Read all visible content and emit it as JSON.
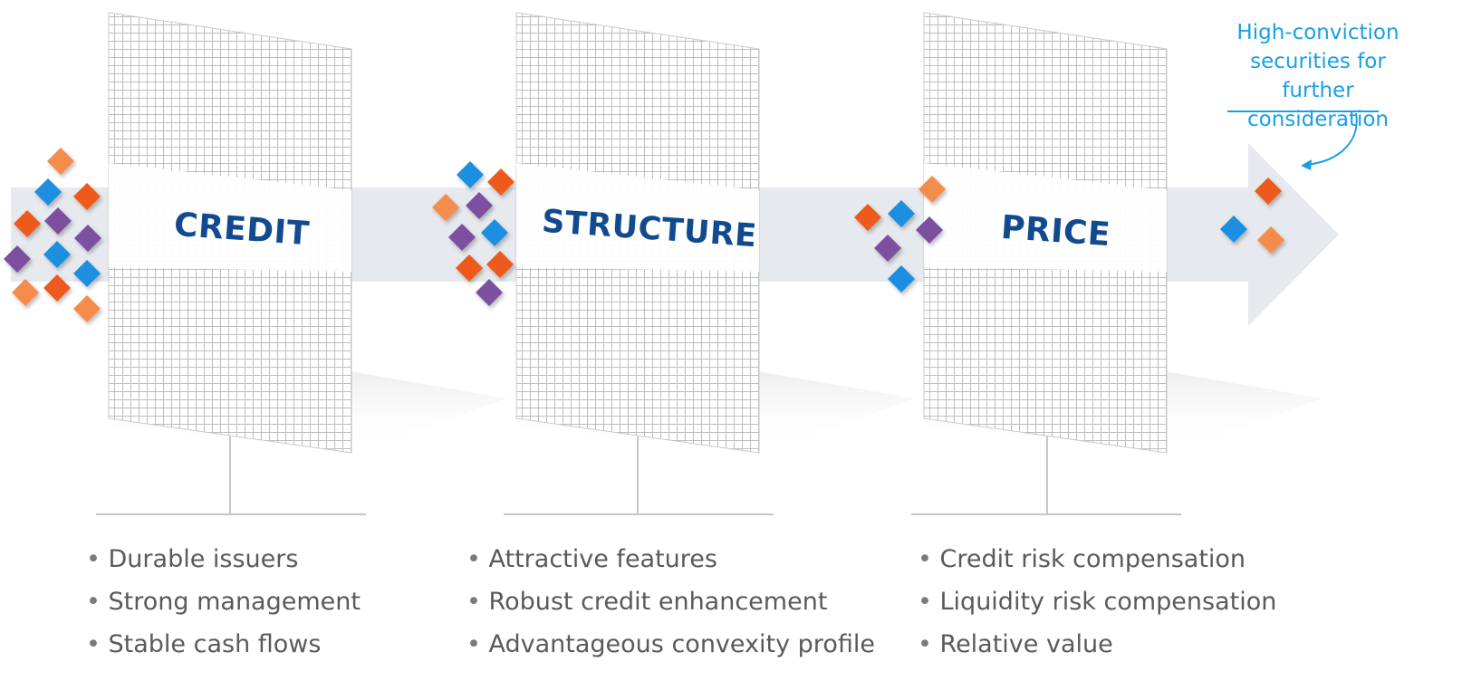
{
  "colors": {
    "orange": "#ed5a1c",
    "light_orange": "#f58c4c",
    "blue": "#1a8fe0",
    "purple": "#7b4fa0",
    "arrow": "#e6e9ed",
    "grid_line": "#bdbdbd",
    "label": "#124a8f",
    "callout": "#1aa0e2",
    "bullet_text": "#5a5a5a"
  },
  "screens": [
    {
      "label": "CREDIT",
      "criteria": [
        "Durable issuers",
        "Strong management",
        "Stable cash flows"
      ]
    },
    {
      "label": "STRUCTURE",
      "criteria": [
        "Attractive features",
        "Robust credit enhancement",
        "Advantageous convexity profile"
      ]
    },
    {
      "label": "PRICE",
      "criteria": [
        "Credit risk compensation",
        "Liquidity risk compensation",
        "Relative value"
      ]
    }
  ],
  "callout": {
    "text": "High-conviction securities for further consideration"
  },
  "securities": {
    "before_credit": [
      "light_orange",
      "blue",
      "orange",
      "orange",
      "purple",
      "purple",
      "purple",
      "blue",
      "blue",
      "light_orange",
      "orange",
      "light_orange"
    ],
    "before_structure": [
      "blue",
      "orange",
      "light_orange",
      "purple",
      "purple",
      "blue",
      "orange",
      "orange",
      "purple"
    ],
    "before_price": [
      "light_orange",
      "orange",
      "blue",
      "purple",
      "purple",
      "blue"
    ],
    "output": [
      "orange",
      "blue",
      "light_orange"
    ]
  }
}
